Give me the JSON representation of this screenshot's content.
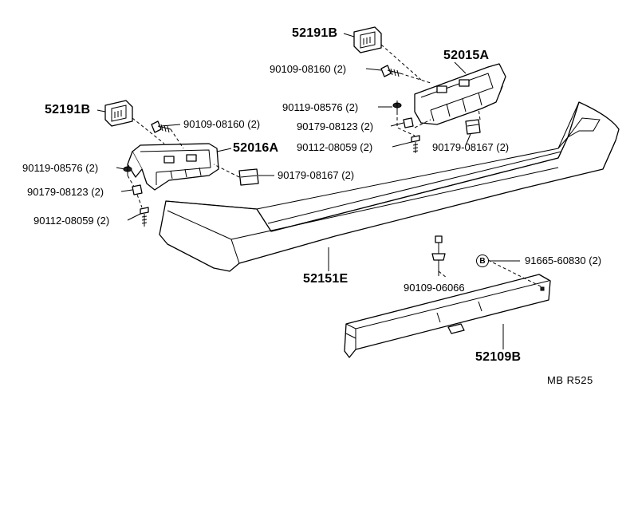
{
  "parts": {
    "bumper_cover": "52151E",
    "bracket_left": "52016A",
    "bracket_right": "52015A",
    "plug_upper": "52191B",
    "plug_left": "52191B",
    "lower_reinforcement": "52109B"
  },
  "fasteners": {
    "bolt_upper": "90109-08160 (2)",
    "bolt_left": "90109-08160 (2)",
    "screw_right": "90119-08576 (2)",
    "screw_left": "90119-08576 (2)",
    "nut_right": "90179-08123 (2)",
    "nut_left": "90179-08123 (2)",
    "clip_right": "90179-08167 (2)",
    "clip_left": "90179-08167 (2)",
    "tap_right": "90112-08059 (2)",
    "tap_left": "90112-08059 (2)",
    "bolt_center": "90109-06066",
    "clip_b": "91665-60830 (2)"
  },
  "b_marker": "B",
  "reference": "MB  R525"
}
